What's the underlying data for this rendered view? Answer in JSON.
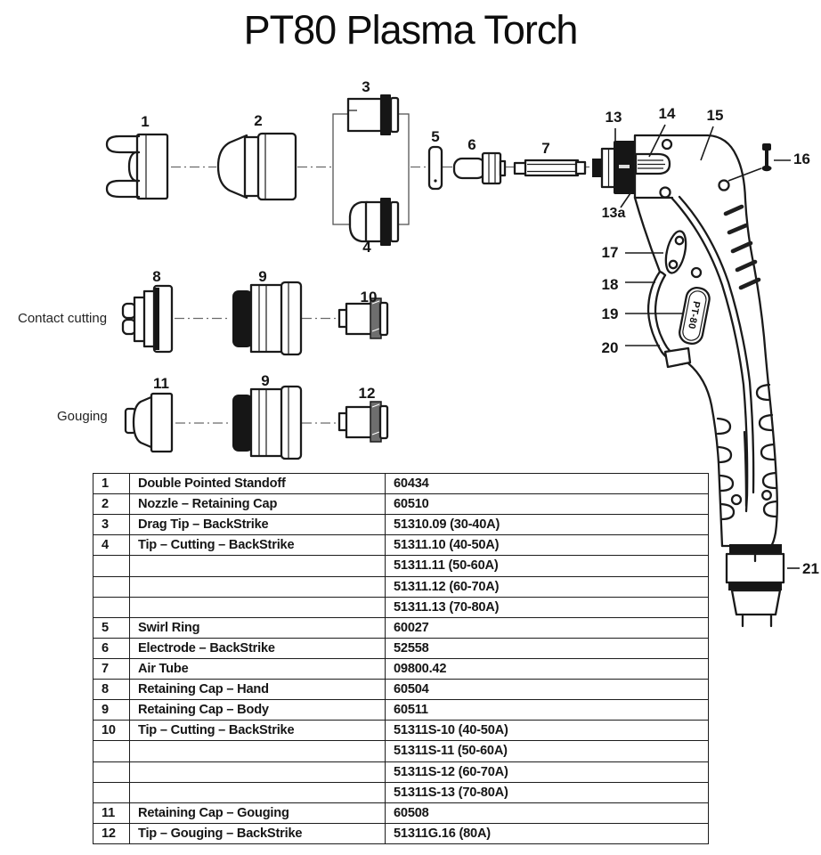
{
  "title": "PT80 Plasma Torch",
  "diagram": {
    "labels": {
      "p1": "1",
      "p2": "2",
      "p3": "3",
      "p4": "4",
      "p5": "5",
      "p6": "6",
      "p7": "7",
      "p8": "8",
      "p9_contact": "9",
      "p10": "10",
      "p11": "11",
      "p9_gouging": "9",
      "p12": "12",
      "p13": "13",
      "p13a": "13a",
      "p14": "14",
      "p15": "15",
      "p16": "16",
      "p17": "17",
      "p18": "18",
      "p19": "19",
      "p20": "20",
      "p21": "21"
    },
    "captions": {
      "contact_cutting": "Contact cutting",
      "gouging": "Gouging"
    },
    "handle_badge": "PT-80"
  },
  "table": {
    "rows": [
      {
        "num": "1",
        "desc": "Double Pointed Standoff",
        "part": "60434"
      },
      {
        "num": "2",
        "desc": "Nozzle – Retaining Cap",
        "part": "60510"
      },
      {
        "num": "3",
        "desc": "Drag Tip – BackStrike",
        "part": "51310.09 (30-40A)"
      },
      {
        "num": "4",
        "desc": "Tip – Cutting – BackStrike",
        "part": "51311.10 (40-50A)"
      },
      {
        "num": "",
        "desc": "",
        "part": "51311.11 (50-60A)"
      },
      {
        "num": "",
        "desc": "",
        "part": "51311.12 (60-70A)"
      },
      {
        "num": "",
        "desc": "",
        "part": "51311.13 (70-80A)"
      },
      {
        "num": "5",
        "desc": "Swirl Ring",
        "part": "60027"
      },
      {
        "num": "6",
        "desc": "Electrode – BackStrike",
        "part": "52558"
      },
      {
        "num": "7",
        "desc": "Air Tube",
        "part": "09800.42"
      },
      {
        "num": "8",
        "desc": "Retaining Cap – Hand",
        "part": "60504"
      },
      {
        "num": "9",
        "desc": "Retaining Cap – Body",
        "part": "60511"
      },
      {
        "num": "10",
        "desc": "Tip – Cutting – BackStrike",
        "part": "51311S-10 (40-50A)"
      },
      {
        "num": "",
        "desc": "",
        "part": "51311S-11 (50-60A)"
      },
      {
        "num": "",
        "desc": "",
        "part": "51311S-12 (60-70A)"
      },
      {
        "num": "",
        "desc": "",
        "part": "51311S-13 (70-80A)"
      },
      {
        "num": "11",
        "desc": "Retaining Cap – Gouging",
        "part": "60508"
      },
      {
        "num": "12",
        "desc": "Tip – Gouging – BackStrike",
        "part": "51311G.16 (80A)"
      }
    ]
  }
}
